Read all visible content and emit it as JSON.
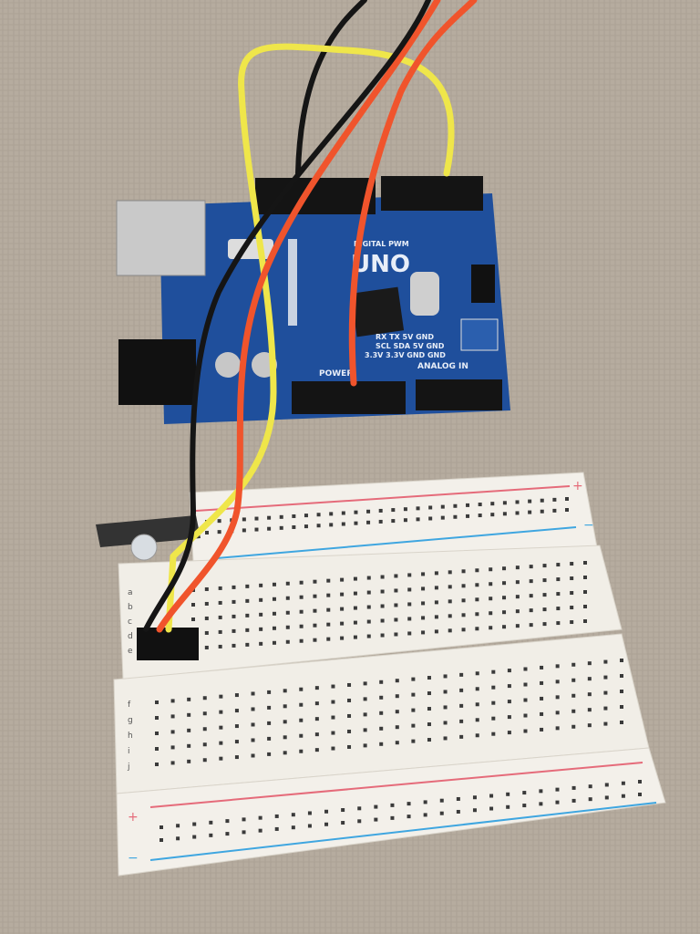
{
  "board": {
    "logo": "UNO",
    "digital_label": "DIGITAL PWM",
    "power_label": "POWER",
    "analog_label": "ANALOG IN",
    "pin_row1": "RX  TX  5V  GND",
    "pin_row2": "SCL SDA 5V  GND",
    "pin_row3": "3.3V 3.3V GND GND",
    "colors": {
      "pcb": "#1f4f9c",
      "header": "#141414"
    }
  },
  "breadboard": {
    "row_letters_top": [
      "a",
      "b",
      "c",
      "d",
      "e"
    ],
    "row_letters_bottom": [
      "f",
      "g",
      "h",
      "i",
      "j"
    ],
    "plus": "+",
    "minus": "−",
    "colors": {
      "body": "#f3f0ea",
      "red_rail": "#e56b7a",
      "blue_rail": "#3fa6e0"
    }
  },
  "wires": {
    "colors": {
      "yellow": "#efe64a",
      "red": "#f0542c",
      "black": "#151515"
    }
  }
}
